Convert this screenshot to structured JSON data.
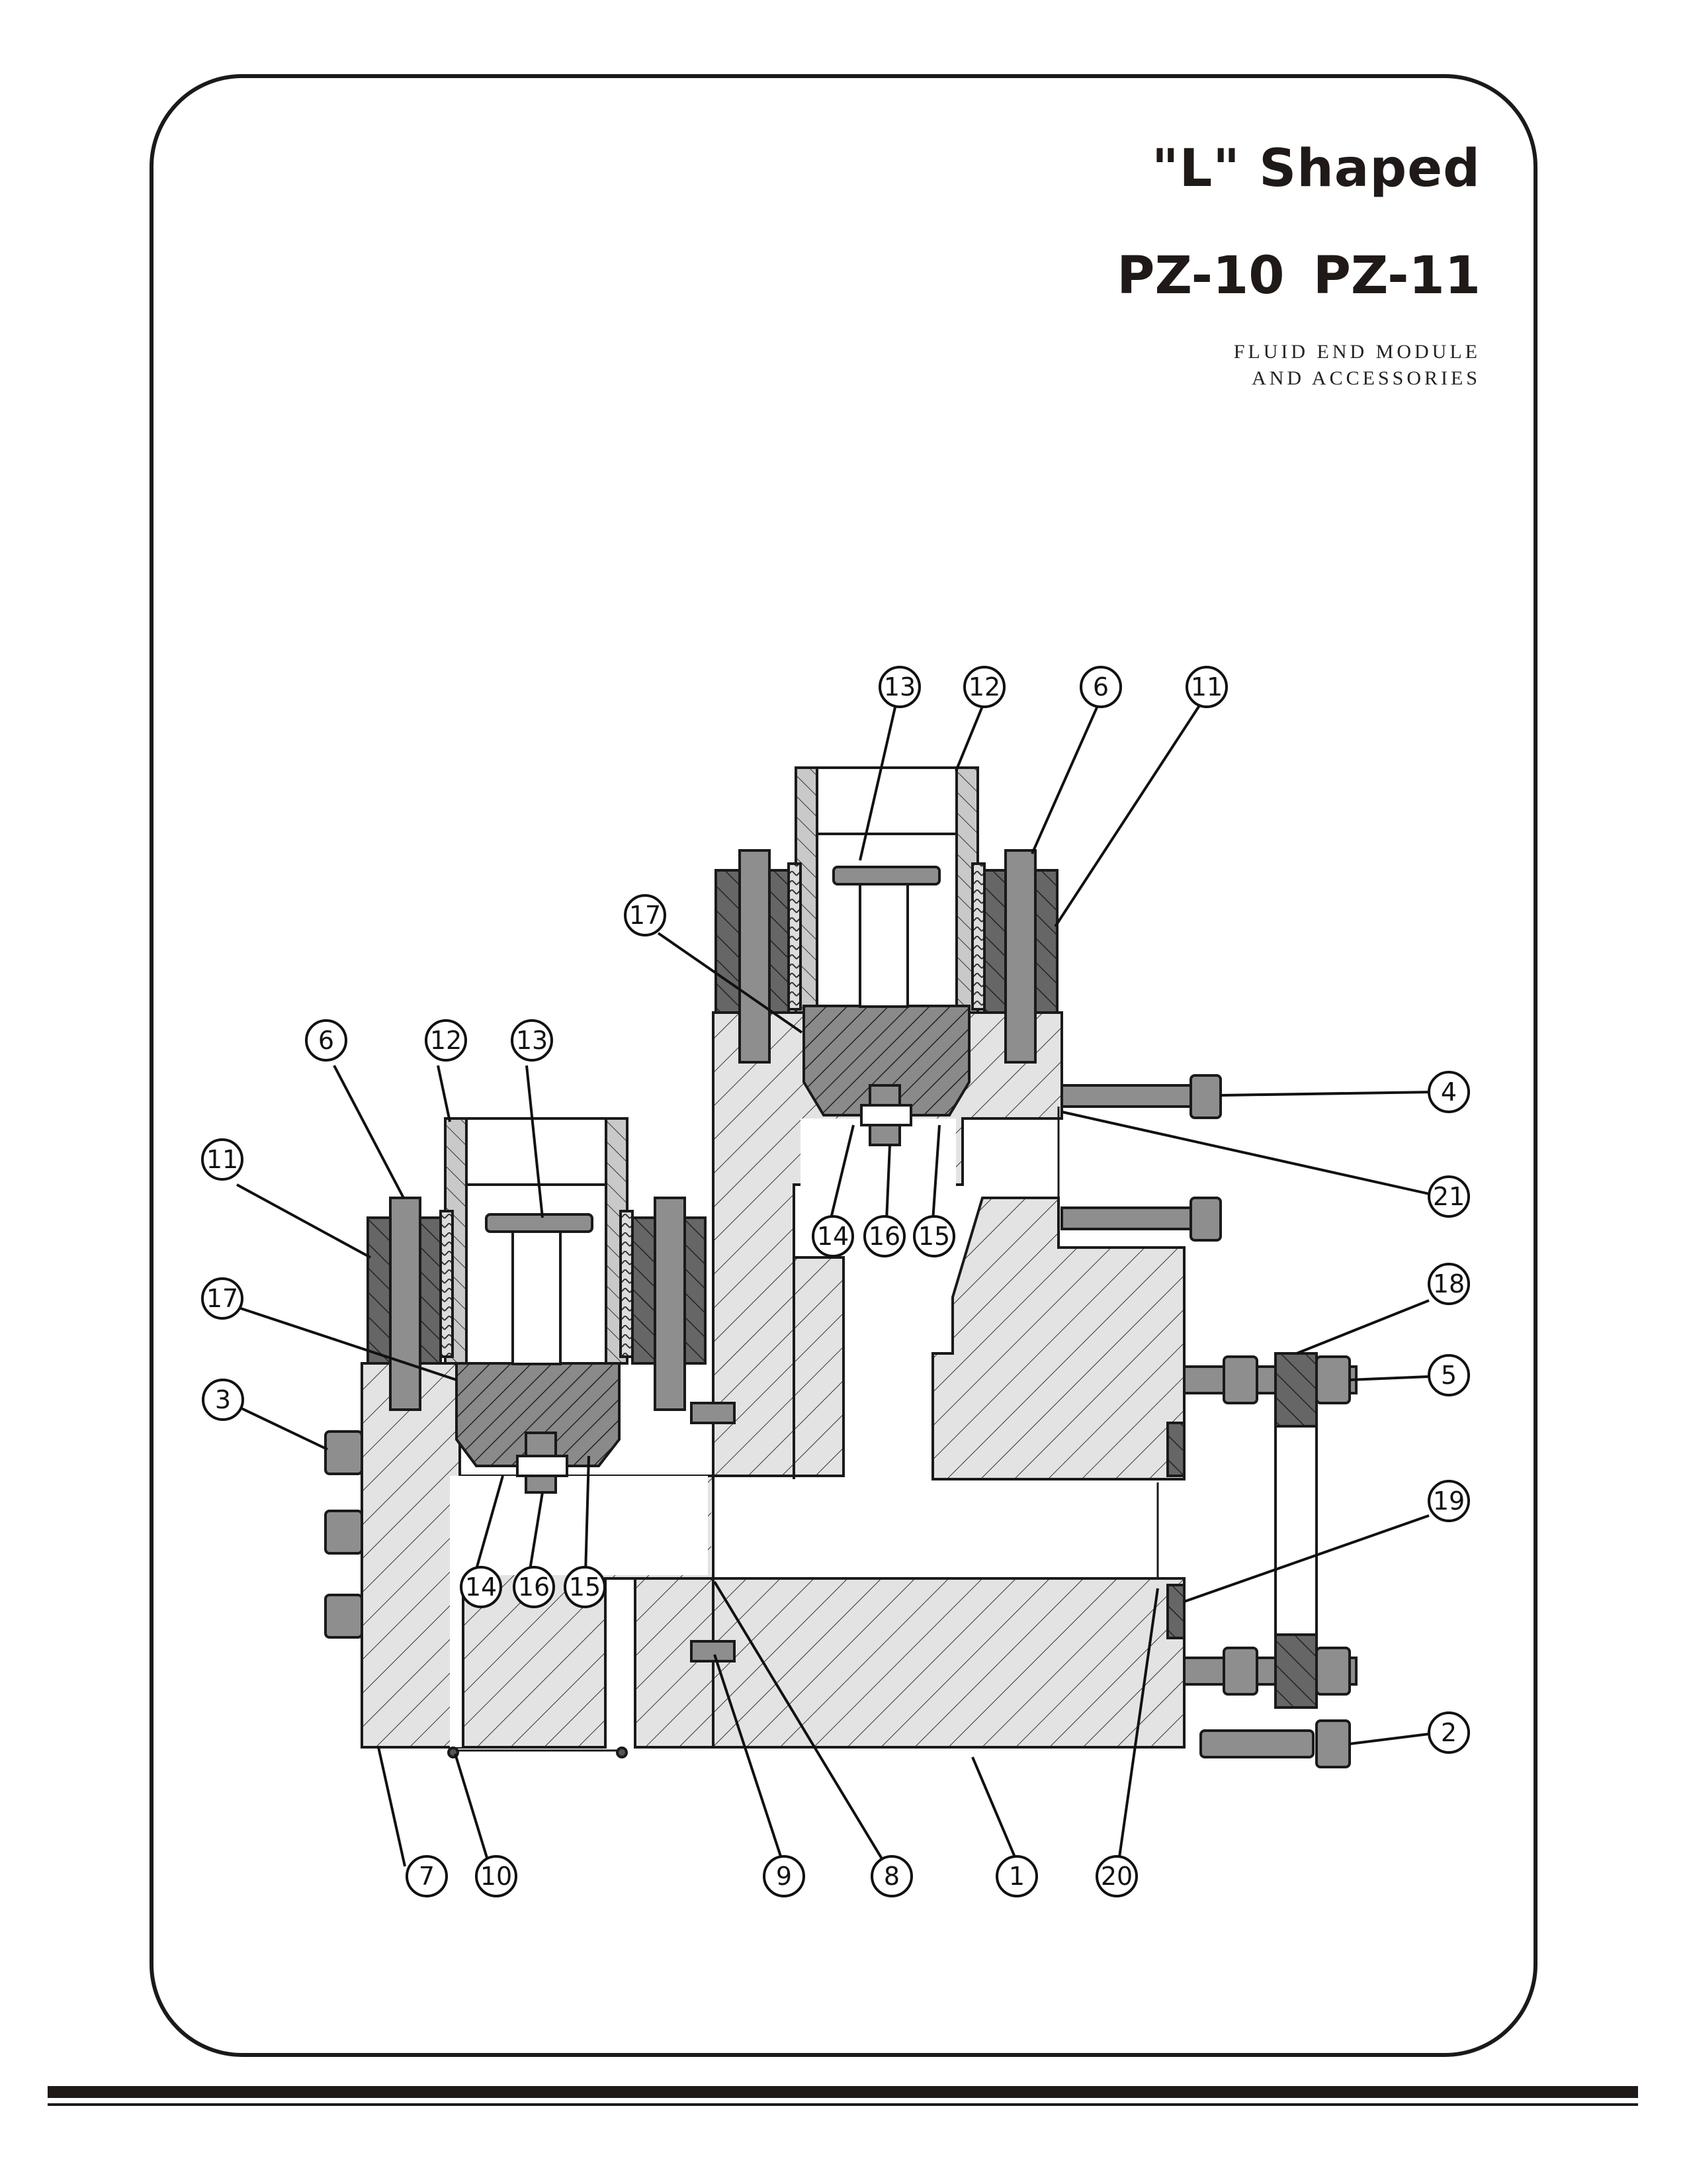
{
  "title": {
    "line1": "\"L\" Shaped",
    "line2": "PZ-10  PZ-11"
  },
  "subtitle": {
    "line1": "FLUID END MODULE",
    "line2": "AND ACCESSORIES"
  },
  "callouts": [
    "1",
    "2",
    "3",
    "4",
    "5",
    "6",
    "6",
    "7",
    "8",
    "9",
    "10",
    "11",
    "11",
    "12",
    "12",
    "13",
    "13",
    "14",
    "14",
    "15",
    "15",
    "16",
    "16",
    "17",
    "17",
    "18",
    "19",
    "20",
    "21"
  ],
  "colors": {
    "outline": "#1a1a1a",
    "body_fill": "#e3e3e3",
    "part_fill": "#8e8e8e",
    "dark_fill": "#555555"
  }
}
